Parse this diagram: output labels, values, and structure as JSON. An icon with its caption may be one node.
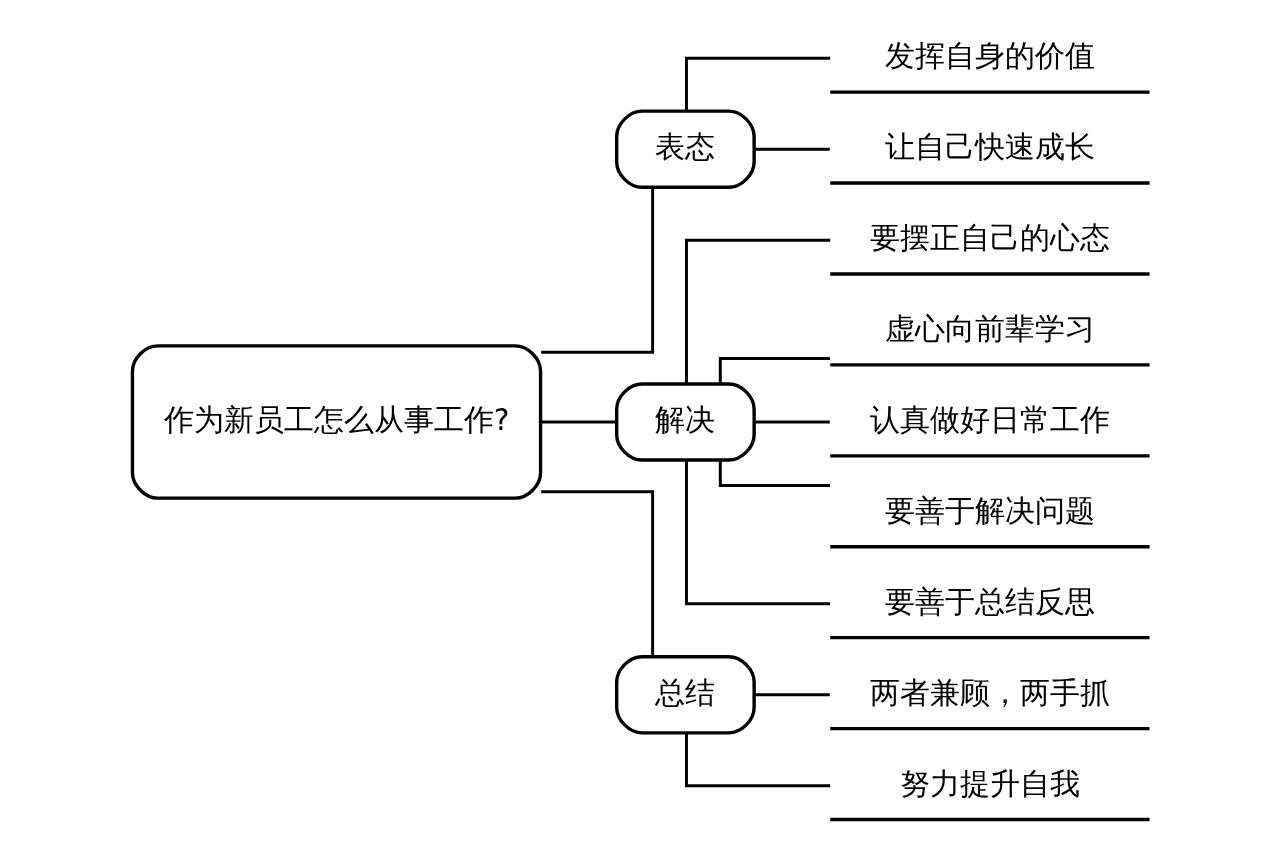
{
  "diagram": {
    "nodes": [
      {
        "text": [
          "作为新员工怎么从事工作?"
        ]
      },
      {
        "text": [
          "表态"
        ]
      },
      {
        "text": [
          "发挥自身的价值"
        ]
      },
      {
        "text": [
          "让自己快速成长"
        ]
      },
      {
        "text": [
          "解决"
        ]
      },
      {
        "text": [
          "要摆正自己的心态"
        ]
      },
      {
        "text": [
          "虚心向前辈学习"
        ]
      },
      {
        "text": [
          "认真做好日常工作"
        ]
      },
      {
        "text": [
          "要善于解决问题"
        ]
      },
      {
        "text": [
          "要善于总结反思"
        ]
      },
      {
        "text": [
          "总结"
        ]
      },
      {
        "text": [
          "两者兼顾，两手抓"
        ]
      },
      {
        "text": [
          "努力提升自我"
        ]
      }
    ],
    "edges": [
      {
        "from": 0,
        "to": 1,
        "arrow": "none"
      },
      {
        "from": 1,
        "to": 2,
        "arrow": "none"
      },
      {
        "from": 1,
        "to": 3,
        "arrow": "none"
      },
      {
        "from": 0,
        "to": 4,
        "arrow": "none"
      },
      {
        "from": 4,
        "to": 5,
        "arrow": "none"
      },
      {
        "from": 4,
        "to": 6,
        "arrow": "none"
      },
      {
        "from": 4,
        "to": 7,
        "arrow": "none"
      },
      {
        "from": 4,
        "to": 8,
        "arrow": "none"
      },
      {
        "from": 4,
        "to": 9,
        "arrow": "none"
      },
      {
        "from": 0,
        "to": 10,
        "arrow": "none"
      },
      {
        "from": 10,
        "to": 11,
        "arrow": "none"
      },
      {
        "from": 10,
        "to": 12,
        "arrow": "none"
      }
    ]
  }
}
